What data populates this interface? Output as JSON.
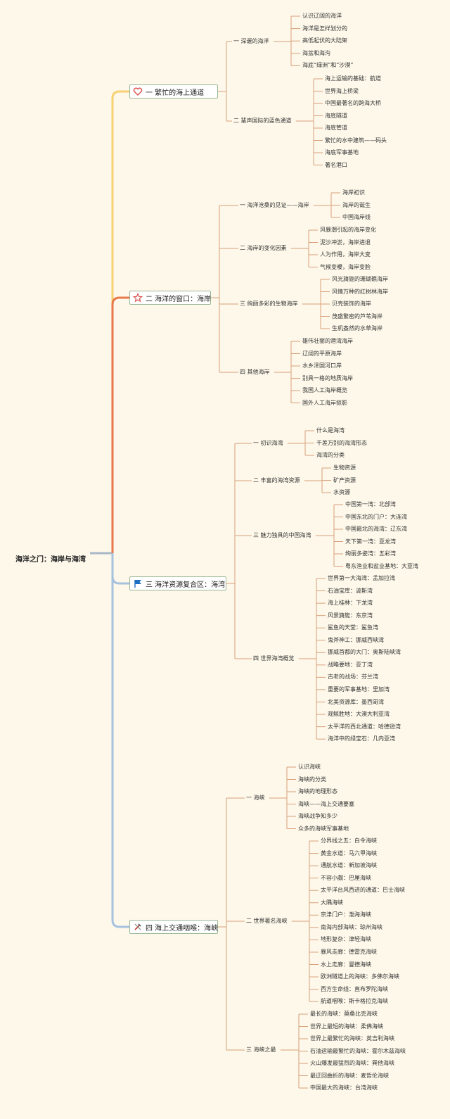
{
  "root": "海洋之门：海岸与海湾",
  "branches": [
    {
      "label": "一 繁忙的海上通道",
      "icon": "heart-icon",
      "color": "#f7d173",
      "subs": [
        {
          "label": "一 深邃的海洋",
          "items": [
            "认识辽阔的海洋",
            "海洋是怎样划分的",
            "高低起伏的大陆架",
            "海盆和海沟",
            "海底“绿洲”和“沙漠”"
          ]
        },
        {
          "label": "二 蜚声国际的蓝色通道",
          "items": [
            "海上运输的基础：航道",
            "世界海上桥梁",
            "中国最著名的跨海大桥",
            "海底隧道",
            "海底管道",
            "繁忙的水中建筑——码头",
            "海底军事基地",
            "著名港口"
          ]
        }
      ]
    },
    {
      "label": "二 海洋的窗口：海岸",
      "icon": "star-icon",
      "color": "#e8794a",
      "subs": [
        {
          "label": "一 海洋沧桑的见证——海岸",
          "items": [
            "海岸初识",
            "海岸的诞生",
            "中国海岸线"
          ]
        },
        {
          "label": "二 海岸的变化因素",
          "items": [
            "风暴潮引起的海岸变化",
            "泥沙冲淤，海岸进退",
            "人为作用，海岸大变",
            "气候变暖，海岸变脸"
          ]
        },
        {
          "label": "三 绚丽多彩的生物海岸",
          "items": [
            "风光旖旎的珊瑚礁海岸",
            "风情万种的红树林海岸",
            "贝壳装饰的海岸",
            "茂盛繁密的芦苇海岸",
            "生机盎然的水草海岸"
          ]
        },
        {
          "label": "四 其他海岸",
          "items": [
            "雄伟壮丽的港湾海岸",
            "辽阔的平原海岸",
            "水乡泽国河口岸",
            "别具一格的地质海岸",
            "我国人工海岸概览",
            "国外人工海岸掠影"
          ]
        }
      ]
    },
    {
      "label": "三 海洋资源复合区：海湾",
      "icon": "flag-icon",
      "color": "#a7c2df",
      "subs": [
        {
          "label": "一 初识海湾",
          "items": [
            "什么是海湾",
            "千差万别的海湾形态",
            "海湾的分类"
          ]
        },
        {
          "label": "二 丰富的海湾资源",
          "items": [
            "生物资源",
            "矿产资源",
            "水资源"
          ]
        },
        {
          "label": "三 魅力独具的中国海湾",
          "items": [
            "中国第一湾：北部湾",
            "中国东北的门户：大连湾",
            "中国最北的海湾：辽东湾",
            "天下第一湾：亚龙湾",
            "绚丽多姿湾：五彩湾",
            "粤东渔业和盐业基地：大亚湾"
          ]
        },
        {
          "label": "四 世界海湾概览",
          "items": [
            "世界第一大海湾：孟加拉湾",
            "石油宝库：波斯湾",
            "海上桂林：下龙湾",
            "风景旖旎：东京湾",
            "鲨鱼的天堂：鲨鱼湾",
            "鬼斧神工：挪威西峡湾",
            "挪威首都的大门：奥斯陆峡湾",
            "战略要地：亚丁湾",
            "古老的战场：芬兰湾",
            "重要的军事基地：里加湾",
            "北美资源库：墨西哥湾",
            "观鲸胜地：大澳大利亚湾",
            "太平洋的西北通道：哈德逊湾",
            "海洋中的绿宝石：几内亚湾"
          ]
        }
      ]
    },
    {
      "label": "四 海上交通咽喉：海峡",
      "icon": "tools-icon",
      "color": "#a7c2df",
      "subs": [
        {
          "label": "一 海峡",
          "items": [
            "认识海峡",
            "海峡的分类",
            "海峡的地理形态",
            "海峡——海上交通要塞",
            "海峡战争知多少",
            "众多的海峡军事基地"
          ]
        },
        {
          "label": "二 世界著名海峡",
          "items": [
            "分界线之五：白令海峡",
            "黄金水道：马六甲海峡",
            "通航水道：新加坡海峡",
            "不容小觑：巴厘海峡",
            "太平洋台风西进的通道：巴士海峡",
            "大隅海峡",
            "京津门户：渤海海峡",
            "南海内部海峡：琼州海峡",
            "地形复杂：津轻海峡",
            "暴风走廊：德雷克海峡",
            "水上走廊：曼德海峡",
            "欧洲隧道上的海峡：多佛尔海峡",
            "西方生命线：直布罗陀海峡",
            "航道咽喉：斯卡格拉克海峡"
          ]
        },
        {
          "label": "三 海峡之最",
          "items": [
            "最长的海峡：莫桑比克海峡",
            "世界上最短的海峡：柔佛海峡",
            "世界上最繁忙的海峡：英吉利海峡",
            "石油运输最繁忙的海峡：霍尔木兹海峡",
            "火山爆发最猛烈的海峡：巽他海峡",
            "最迂回曲折的海峡：麦哲伦海峡",
            "中国最大的海峡：台湾海峡"
          ]
        }
      ]
    }
  ]
}
